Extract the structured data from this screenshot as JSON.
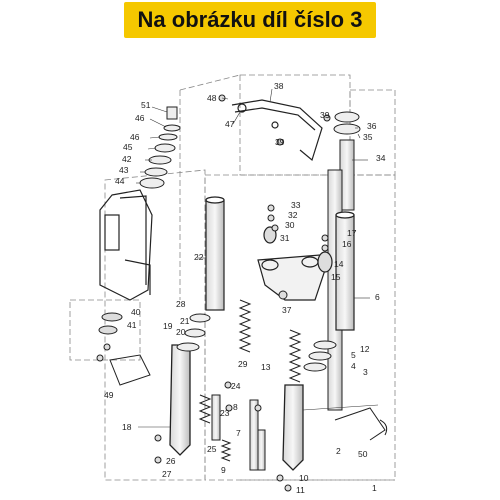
{
  "banner": {
    "text": "Na obrázku díl číslo 3",
    "background": "#f5c800"
  },
  "callouts": [
    "1",
    "2",
    "3",
    "4",
    "5",
    "6",
    "7",
    "8",
    "9",
    "10",
    "11",
    "12",
    "13",
    "14",
    "15",
    "16",
    "17",
    "18",
    "19",
    "20",
    "21",
    "22",
    "23",
    "24",
    "25",
    "26",
    "27",
    "28",
    "29",
    "30",
    "31",
    "32",
    "33",
    "34",
    "35",
    "36",
    "37",
    "38",
    "39",
    "39",
    "40",
    "41",
    "42",
    "43",
    "44",
    "45",
    "46",
    "46",
    "47",
    "48",
    "49",
    "50",
    "51"
  ]
}
